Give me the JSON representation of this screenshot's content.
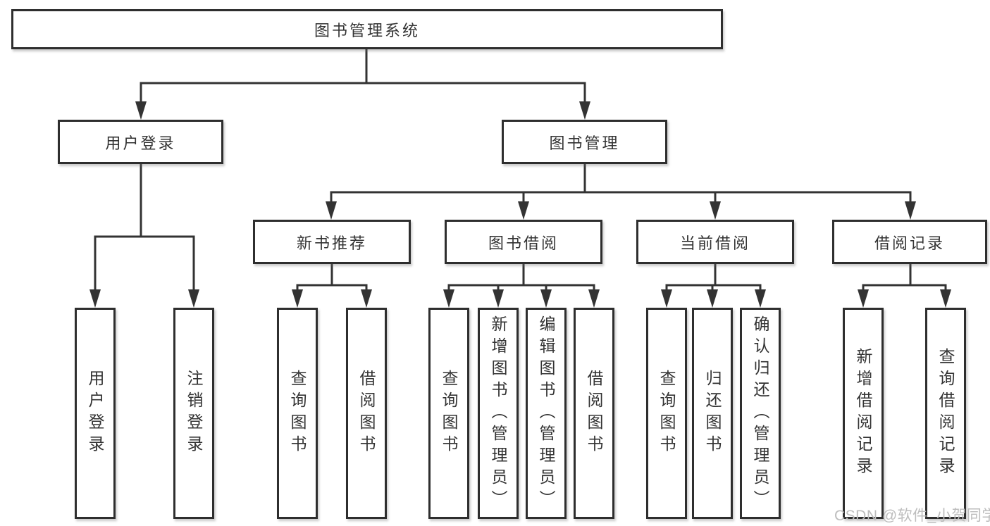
{
  "diagram_title": "图书管理系统",
  "tree": {
    "label": "图书管理系统",
    "children": [
      {
        "label": "用户登录",
        "children": [
          {
            "label": "用户登录"
          },
          {
            "label": "注销登录"
          }
        ]
      },
      {
        "label": "图书管理",
        "children": [
          {
            "label": "新书推荐",
            "children": [
              {
                "label": "查询图书"
              },
              {
                "label": "借阅图书"
              }
            ]
          },
          {
            "label": "图书借阅",
            "children": [
              {
                "label": "查询图书"
              },
              {
                "label": "新增图书（管理员）"
              },
              {
                "label": "编辑图书（管理员）"
              },
              {
                "label": "借阅图书"
              }
            ]
          },
          {
            "label": "当前借阅",
            "children": [
              {
                "label": "查询图书"
              },
              {
                "label": "归还图书"
              },
              {
                "label": "确认归还（管理员）"
              }
            ]
          },
          {
            "label": "借阅记录",
            "children": [
              {
                "label": "新增借阅记录"
              },
              {
                "label": "查询借阅记录"
              }
            ]
          }
        ]
      }
    ]
  },
  "watermark": {
    "text": "CSDN @软件_小贺同学"
  },
  "colors": {
    "background": "#ffffff",
    "line": "#333333",
    "box_border": "#2e2e2e",
    "text": "#333333",
    "watermark": "#bdbdbd"
  }
}
